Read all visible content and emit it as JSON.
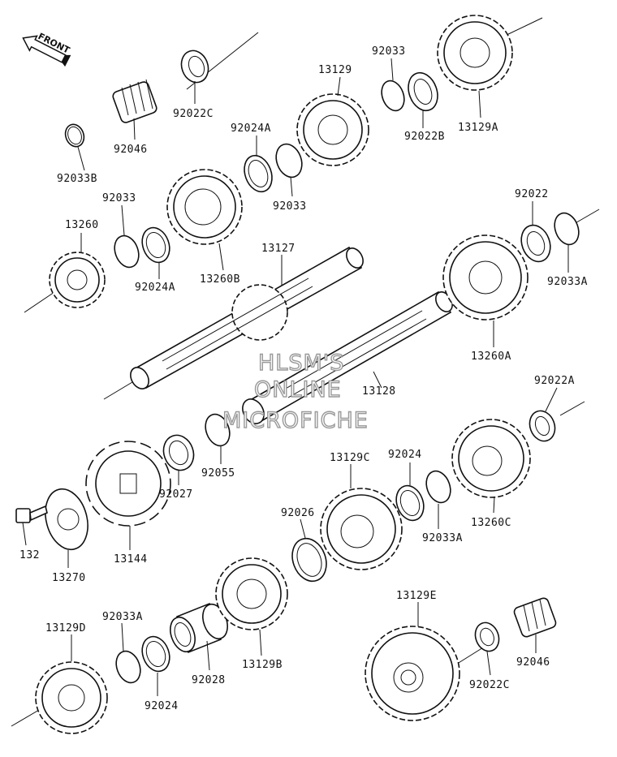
{
  "front_label": "FRONT",
  "labels": [
    "92033B",
    "92046",
    "92022C",
    "92024A",
    "92033",
    "13129",
    "92033",
    "92022B",
    "13129A",
    "13260",
    "92033",
    "92024A",
    "13260B",
    "13127",
    "13128",
    "13260A",
    "92022",
    "92033A",
    "92022A",
    "92055",
    "92027",
    "13144",
    "13270",
    "132",
    "13129C",
    "92024",
    "92026",
    "92033A",
    "13260C",
    "13129D",
    "92033A",
    "92024",
    "92028",
    "13129B",
    "13129E",
    "92022C",
    "92046"
  ],
  "watermark": [
    "HLSM'S",
    "ONLINE",
    "MICROFICHE"
  ]
}
